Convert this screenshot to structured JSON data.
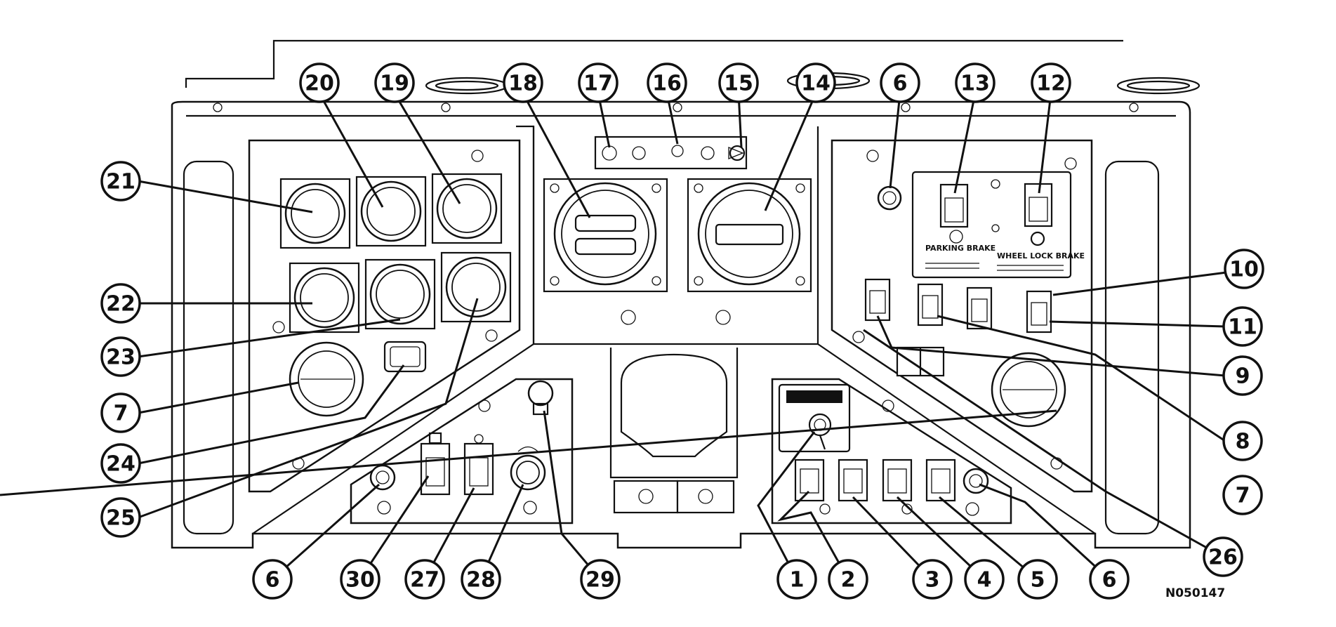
{
  "figure_code": "N050147",
  "panel_labels": {
    "parking_brake": "PARKING BRAKE",
    "wheel_lock_brake": "WHEEL LOCK BRAKE"
  },
  "callouts": [
    "1",
    "2",
    "3",
    "4",
    "5",
    "6",
    "7",
    "8",
    "9",
    "10",
    "11",
    "12",
    "13",
    "14",
    "15",
    "16",
    "17",
    "18",
    "19",
    "20",
    "21",
    "22",
    "23",
    "24",
    "25",
    "26",
    "27",
    "28",
    "29",
    "30"
  ]
}
